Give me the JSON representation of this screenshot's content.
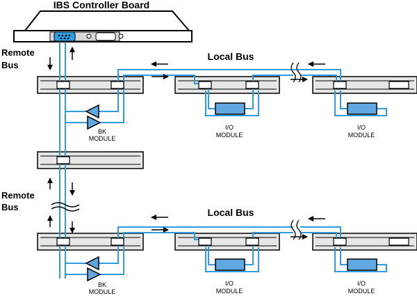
{
  "title": "IBS Controller Board",
  "remote_bus_label_line1": "Remote",
  "remote_bus_label_line2": "Bus",
  "local_bus_label": "Local Bus",
  "bk_label_line1": "BK",
  "bk_label_line2": "MODULE",
  "io_label_line1": "I/O",
  "io_label_line2": "MODULE",
  "colors": {
    "bus": "#2f9be0",
    "module_fill": "#62a8e0",
    "rail_fill": "#e6e6e6",
    "outline": "#000000",
    "background": "#ffffff"
  }
}
